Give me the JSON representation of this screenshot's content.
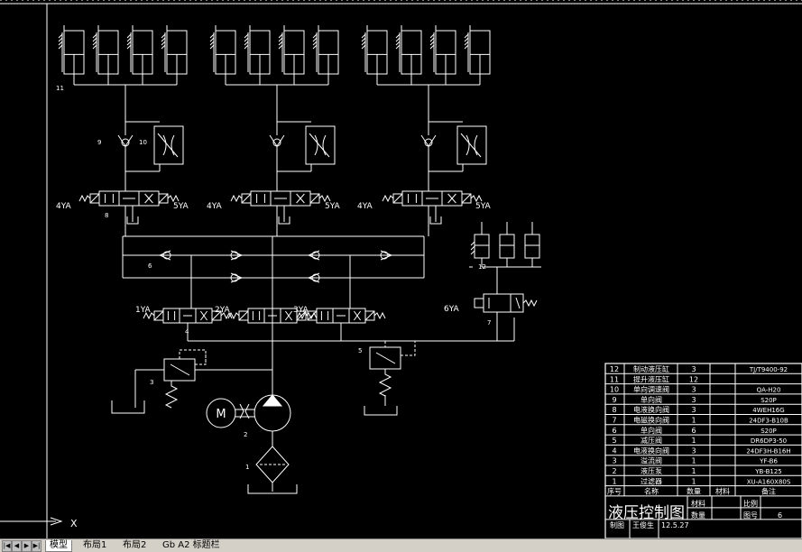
{
  "tabs": [
    {
      "label": "模型"
    },
    {
      "label": "布局1"
    },
    {
      "label": "布局2"
    },
    {
      "label": "Gb A2 标题栏"
    }
  ],
  "valve_labels": {
    "row1": [
      "4YA",
      "5YA",
      "4YA",
      "5YA",
      "4YA",
      "5YA"
    ],
    "row2": [
      "1YA",
      "2YA",
      "3YA",
      "6YA"
    ]
  },
  "part_numbers": [
    "11",
    "9",
    "10",
    "8",
    "6",
    "4",
    "3",
    "2",
    "1",
    "5",
    "12",
    "7"
  ],
  "motor_label": "M",
  "axis_label": "X",
  "bom": {
    "headers": [
      "序号",
      "名称",
      "数量",
      "材料",
      "备注"
    ],
    "rows": [
      {
        "no": "12",
        "name": "制动液压缸",
        "qty": "3",
        "mat": "",
        "note": "TJ/T9400-92"
      },
      {
        "no": "11",
        "name": "提升液压缸",
        "qty": "12",
        "mat": "",
        "note": ""
      },
      {
        "no": "10",
        "name": "单向调速阀",
        "qty": "3",
        "mat": "",
        "note": "QA-H20"
      },
      {
        "no": "9",
        "name": "单向阀",
        "qty": "3",
        "mat": "",
        "note": "S20P"
      },
      {
        "no": "8",
        "name": "电液换向阀",
        "qty": "3",
        "mat": "",
        "note": "4WEH16G"
      },
      {
        "no": "7",
        "name": "电磁换向阀",
        "qty": "1",
        "mat": "",
        "note": "24DF3-B10B"
      },
      {
        "no": "6",
        "name": "单向阀",
        "qty": "6",
        "mat": "",
        "note": "S20P"
      },
      {
        "no": "5",
        "name": "减压阀",
        "qty": "1",
        "mat": "",
        "note": "DR6DP3-50"
      },
      {
        "no": "4",
        "name": "电液换向阀",
        "qty": "3",
        "mat": "",
        "note": "24DF3H-B16H"
      },
      {
        "no": "3",
        "name": "溢流阀",
        "qty": "1",
        "mat": "",
        "note": "YF-B6"
      },
      {
        "no": "2",
        "name": "液压泵",
        "qty": "1",
        "mat": "",
        "note": "YB-B125"
      },
      {
        "no": "1",
        "name": "过滤器",
        "qty": "1",
        "mat": "",
        "note": "XU-A160X80S"
      }
    ],
    "title": "液压控制图",
    "right_labels": {
      "material": "材料",
      "ratio": "比例",
      "quantity": "数量",
      "drawing_no": "图号",
      "drawing_no_value": "6"
    },
    "footer": {
      "drawn_label": "制图",
      "drawn_by": "王俊生",
      "date": "12.5.27"
    }
  },
  "colors": {
    "line": "#ffffff",
    "background": "#000000",
    "tab_bg": "#d4d0c8"
  }
}
